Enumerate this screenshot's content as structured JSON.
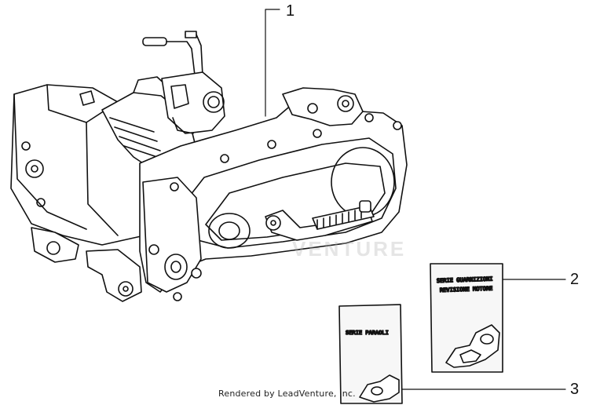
{
  "callouts": [
    {
      "number": "1"
    },
    {
      "number": "2"
    },
    {
      "number": "3"
    }
  ],
  "gasket_kit_label": {
    "line1": "SERIE GUARNIZIONI",
    "line2": "REVISIONE MOTORE"
  },
  "oil_seal_kit_label": "SERIE PARAOLI",
  "credit": "Rendered by LeadVenture, Inc.",
  "watermark": "VENTURE",
  "colors": {
    "ink": "#111111",
    "paper": "#ffffff",
    "card": "#f7f7f7"
  }
}
